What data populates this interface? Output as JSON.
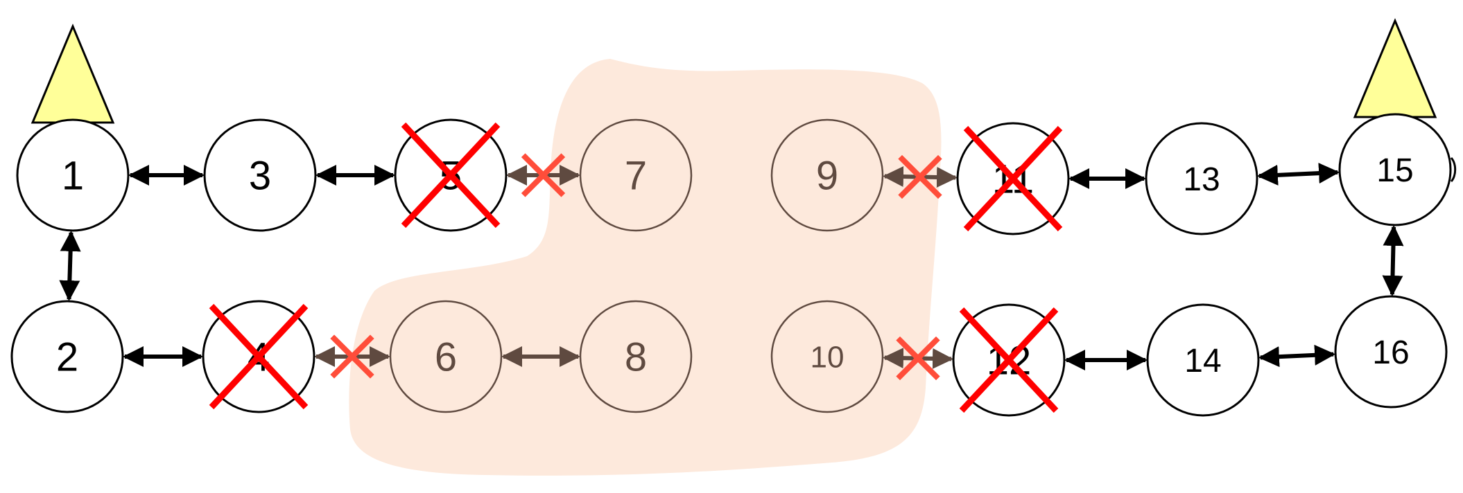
{
  "nodes": [
    {
      "id": "1",
      "label": "1",
      "failed": false,
      "in_region": false,
      "source": true
    },
    {
      "id": "2",
      "label": "2",
      "failed": false,
      "in_region": false,
      "source": false
    },
    {
      "id": "3",
      "label": "3",
      "failed": false,
      "in_region": false,
      "source": false
    },
    {
      "id": "4",
      "label": "4",
      "failed": true,
      "in_region": false,
      "source": false
    },
    {
      "id": "5",
      "label": "5",
      "failed": true,
      "in_region": false,
      "source": false
    },
    {
      "id": "6",
      "label": "6",
      "failed": false,
      "in_region": true,
      "source": false
    },
    {
      "id": "7",
      "label": "7",
      "failed": false,
      "in_region": true,
      "source": false
    },
    {
      "id": "8",
      "label": "8",
      "failed": false,
      "in_region": true,
      "source": false
    },
    {
      "id": "9",
      "label": "9",
      "failed": false,
      "in_region": true,
      "source": false
    },
    {
      "id": "10",
      "label": "10",
      "failed": false,
      "in_region": true,
      "source": false
    },
    {
      "id": "11",
      "label": "11",
      "failed": true,
      "in_region": false,
      "source": false
    },
    {
      "id": "12",
      "label": "12",
      "failed": true,
      "in_region": false,
      "source": false
    },
    {
      "id": "13",
      "label": "13",
      "failed": false,
      "in_region": false,
      "source": false
    },
    {
      "id": "14",
      "label": "14",
      "failed": false,
      "in_region": false,
      "source": false
    },
    {
      "id": "15",
      "label": "15",
      "failed": false,
      "in_region": false,
      "source": true
    },
    {
      "id": "16",
      "label": "16",
      "failed": false,
      "in_region": false,
      "source": false
    }
  ],
  "links": [
    {
      "from": "1",
      "to": "3",
      "broken": false
    },
    {
      "from": "1",
      "to": "2",
      "broken": false
    },
    {
      "from": "2",
      "to": "4",
      "broken": false
    },
    {
      "from": "3",
      "to": "5",
      "broken": false
    },
    {
      "from": "5",
      "to": "7",
      "broken": true
    },
    {
      "from": "4",
      "to": "6",
      "broken": true
    },
    {
      "from": "6",
      "to": "8",
      "broken": false
    },
    {
      "from": "9",
      "to": "11",
      "broken": true
    },
    {
      "from": "10",
      "to": "12",
      "broken": true
    },
    {
      "from": "11",
      "to": "13",
      "broken": false
    },
    {
      "from": "13",
      "to": "15",
      "broken": false
    },
    {
      "from": "15",
      "to": "16",
      "broken": false
    },
    {
      "from": "12",
      "to": "14",
      "broken": false
    },
    {
      "from": "14",
      "to": "16",
      "broken": false
    }
  ],
  "colors": {
    "node_stroke": "#000000",
    "node_fill": "#ffffff",
    "region_node_stroke": "#5f4a40",
    "region_text": "#5f4a40",
    "region_fill": "#fde9dc",
    "failure_mark": "#ff0000",
    "broken_link_mark": "#ff4d3a",
    "source_fill": "#ffff99",
    "arrow": "#000000",
    "region_arrow": "#5f4a40"
  }
}
